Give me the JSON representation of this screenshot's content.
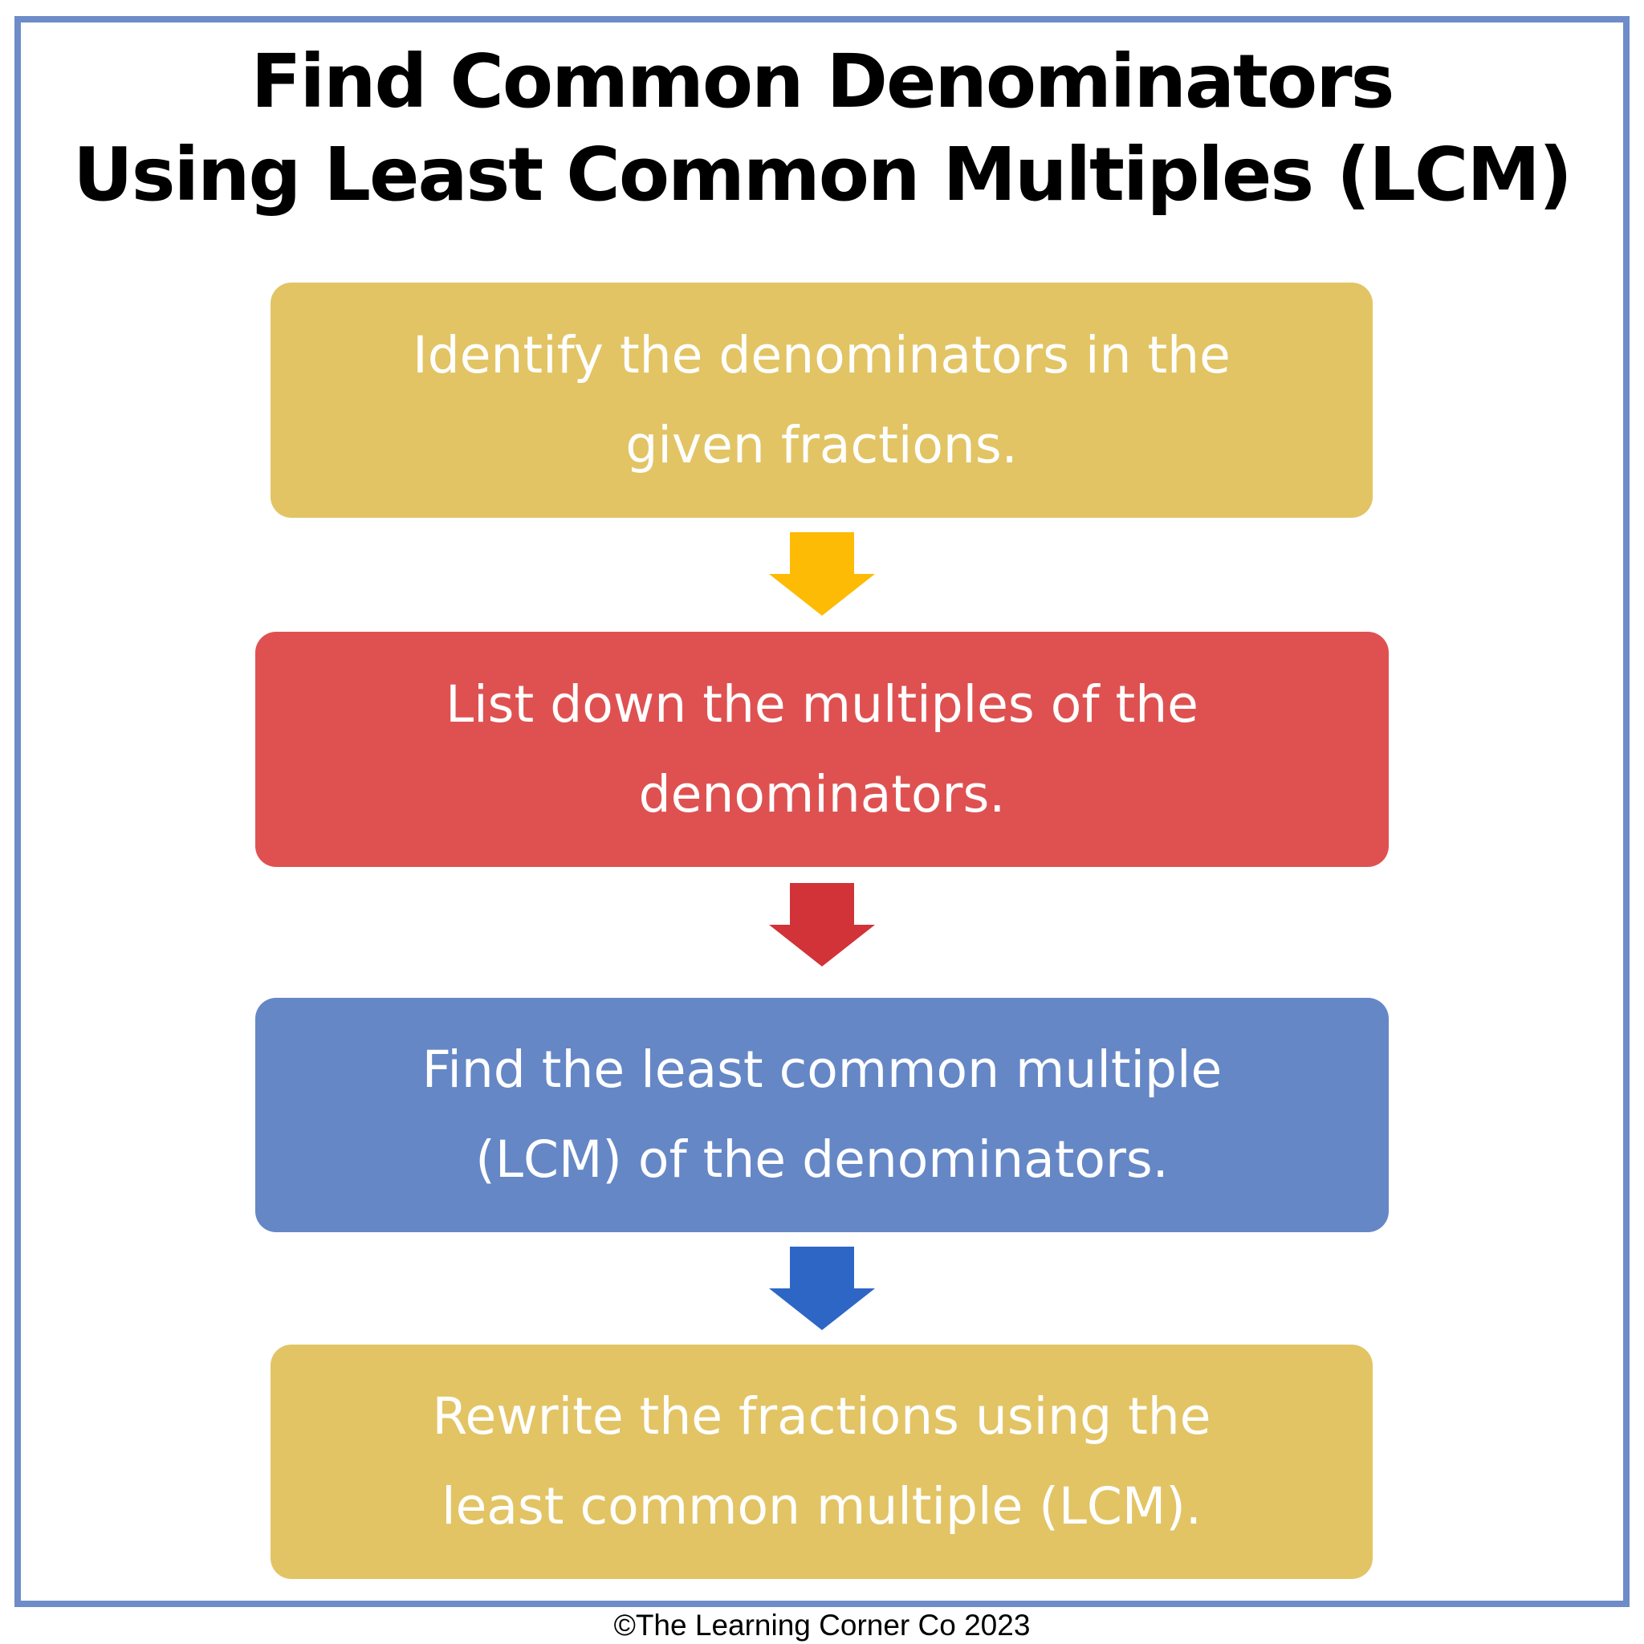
{
  "title": {
    "line1": "Find Common Denominators",
    "line2": "Using Least Common Multiples (LCM)",
    "color": "#000000"
  },
  "frame": {
    "border_color": "#6D8CC8"
  },
  "steps": [
    {
      "text": "Identify the denominators in the given fractions.",
      "lines": [
        "Identify the denominators in the",
        "given fractions."
      ],
      "color": "#E2C465",
      "text_color": "#FFFFFF"
    },
    {
      "text": "List down the multiples of the denominators.",
      "lines": [
        "List down the multiples of the",
        "denominators."
      ],
      "color": "#DF5151",
      "text_color": "#FFFFFF"
    },
    {
      "text": "Find the least common multiple (LCM) of the denominators.",
      "lines": [
        "Find the least common multiple",
        "(LCM) of the denominators."
      ],
      "color": "#6587C6",
      "text_color": "#FFFFFF"
    },
    {
      "text": "Rewrite the fractions using the least common multiple (LCM).",
      "lines": [
        "Rewrite the fractions using the",
        "least common multiple (LCM)."
      ],
      "color": "#E2C465",
      "text_color": "#FFFFFF"
    }
  ],
  "arrows": [
    {
      "name": "down-arrow-1",
      "color": "#FDBB05"
    },
    {
      "name": "down-arrow-2",
      "color": "#D13338"
    },
    {
      "name": "down-arrow-3",
      "color": "#2E66C6"
    }
  ],
  "footer": {
    "copyright": "©The Learning Corner Co 2023"
  }
}
